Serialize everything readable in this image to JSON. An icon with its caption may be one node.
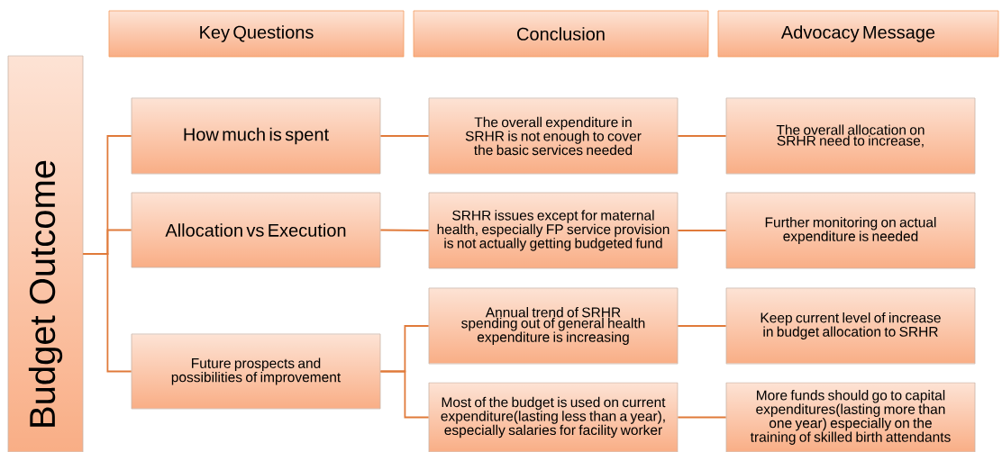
{
  "diagram": {
    "nodes": [
      {
        "text": [
          "Key Questions"
        ]
      },
      {
        "text": [
          "Conclusion"
        ]
      },
      {
        "text": [
          "Advocacy Message"
        ]
      },
      {
        "text": [
          "Budget Outcome"
        ]
      },
      {
        "text": [
          "How much is spent"
        ]
      },
      {
        "text": [
          "Allocation vs Execution"
        ]
      },
      {
        "text": [
          "Future prospects  and possibilities of improvement"
        ]
      },
      {
        "text": [
          "The overall expenditure in SRHR is not enough to cover the basic services needed"
        ]
      },
      {
        "text": [
          "SRHR issues except for maternal health, especially FP service provision is not actually getting budgeted fund"
        ]
      },
      {
        "text": [
          "Annual trend of SRHR spending out of general health expenditure is increasing"
        ]
      },
      {
        "text": [
          "Most of the budget is used on current expenditure(lasting less than a year), especially salaries for facility worker"
        ]
      },
      {
        "text": [
          "The overall allocation on SRHR need to increase,"
        ]
      },
      {
        "text": [
          "Further monitoring on actual expenditure is needed"
        ]
      },
      {
        "text": [
          "Keep current level of increase in budget allocation to SRHR"
        ]
      },
      {
        "text": [
          "More funds should go to capital expenditures(lasting more than one year) especially on the training of skilled birth attendants"
        ]
      }
    ],
    "edges": [
      {
        "from": 3,
        "to": 4,
        "arrow": "none"
      },
      {
        "from": 3,
        "to": 5,
        "arrow": "none"
      },
      {
        "from": 3,
        "to": 6,
        "arrow": "none"
      },
      {
        "from": 4,
        "to": 7,
        "arrow": "none"
      },
      {
        "from": 5,
        "to": 8,
        "arrow": "none"
      },
      {
        "from": 6,
        "to": 9,
        "arrow": "none"
      },
      {
        "from": 6,
        "to": 10,
        "arrow": "none"
      },
      {
        "from": 7,
        "to": 11,
        "arrow": "none"
      },
      {
        "from": 8,
        "to": 12,
        "arrow": "none"
      },
      {
        "from": 9,
        "to": 13,
        "arrow": "none"
      },
      {
        "from": 10,
        "to": 14,
        "arrow": "none"
      }
    ]
  }
}
